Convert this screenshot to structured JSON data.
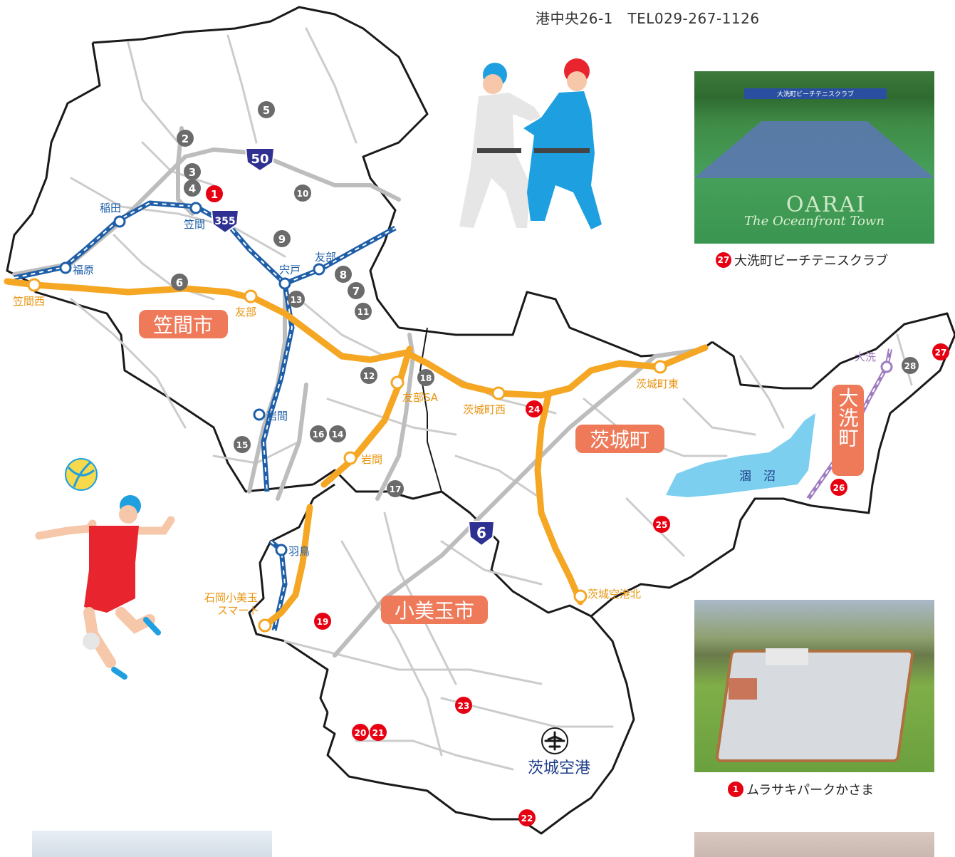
{
  "header": {
    "contact": "港中央26-1　TEL029-267-1126"
  },
  "cities": {
    "kasama": "笠間市",
    "ibaraki": "茨城町",
    "omitama": "小美玉市",
    "oarai": "大洗町"
  },
  "lake": "涸　沼",
  "airport": "茨城空港",
  "routes": {
    "r50": "50",
    "r355": "355",
    "r6": "6"
  },
  "stations": {
    "inada": "稲田",
    "kasama": "笠間",
    "fukuhara": "福原",
    "shishido": "宍戸",
    "tomobe": "友部",
    "iwama": "岩間",
    "hatori": "羽鳥",
    "oarai": "大洗"
  },
  "interchanges": {
    "kasama_nishi": "笠間西",
    "tomobe": "友部",
    "tomobe_sa": "友部SA",
    "ibaraki_nishi": "茨城町西",
    "ibaraki_higashi": "茨城町東",
    "iwama": "岩間",
    "ishioka_1": "石岡小美玉",
    "ishioka_2": "スマート",
    "airport_kita": "茨城空港北"
  },
  "pois": {
    "p1": "1",
    "p2": "2",
    "p3": "3",
    "p4": "4",
    "p5": "5",
    "p6": "6",
    "p7": "7",
    "p8": "8",
    "p9": "9",
    "p10": "10",
    "p11": "11",
    "p12": "12",
    "p13": "13",
    "p14": "14",
    "p15": "15",
    "p16": "16",
    "p17": "17",
    "p18": "18",
    "p19": "19",
    "p20": "20",
    "p21": "21",
    "p22": "22",
    "p23": "23",
    "p24": "24",
    "p25": "25",
    "p26": "26",
    "p27": "27",
    "p28": "28"
  },
  "photos": {
    "tennis": {
      "badge": "27",
      "caption": "大洗町ビーチテニスクラブ",
      "sign": "大洗町ビーチテニスクラブ",
      "logo": "OARAI",
      "tagline": "The Oceanfront Town"
    },
    "skatepark": {
      "badge": "1",
      "caption": "ムラサキパークかさま"
    }
  },
  "colors": {
    "expressway": "#f5a623",
    "jr": "#1f5fa8",
    "oarai_line": "#a07cc0",
    "road": "#c8c8c8",
    "lake": "#7ccfee",
    "poi_gray": "#6b6b6b",
    "poi_red": "#e60012",
    "city_label": "#ee7a5a",
    "route_shield": "#2e3192"
  }
}
